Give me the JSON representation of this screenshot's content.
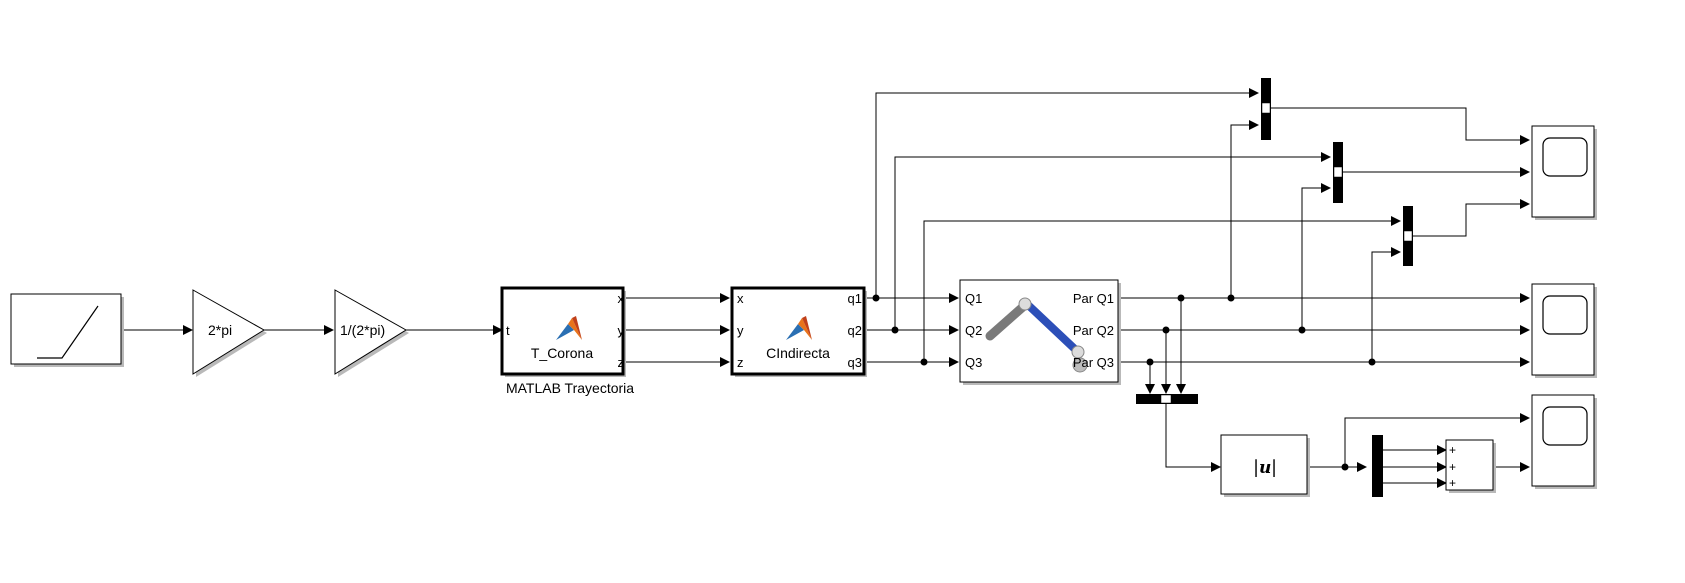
{
  "blocks": {
    "ramp": {
      "name": "ramp"
    },
    "gain1": {
      "label": "2*pi"
    },
    "gain2": {
      "label": "1/(2*pi)"
    },
    "trayectoria": {
      "title": "T_Corona",
      "caption": "MATLAB Trayectoria",
      "in_ports": [
        "t"
      ],
      "out_ports": [
        "x",
        "y",
        "z"
      ]
    },
    "cinematica": {
      "title": "CIndirecta",
      "in_ports": [
        "x",
        "y",
        "z"
      ],
      "out_ports": [
        "q1",
        "q2",
        "q3"
      ]
    },
    "robot": {
      "in_ports": [
        "Q1",
        "Q2",
        "Q3"
      ],
      "out_ports": [
        "Par Q1",
        "Par Q2",
        "Par Q3"
      ]
    },
    "abs": {
      "label_bar_left": "|",
      "label_u": "u",
      "label_bar_right": "|"
    },
    "sum": {
      "signs": [
        "+",
        "+",
        "+"
      ]
    }
  },
  "colors": {
    "matlab_icon_orange": "#e8731c",
    "robot_arm_blue": "#2c4fb8",
    "robot_base_gray": "#7a7a7a"
  }
}
